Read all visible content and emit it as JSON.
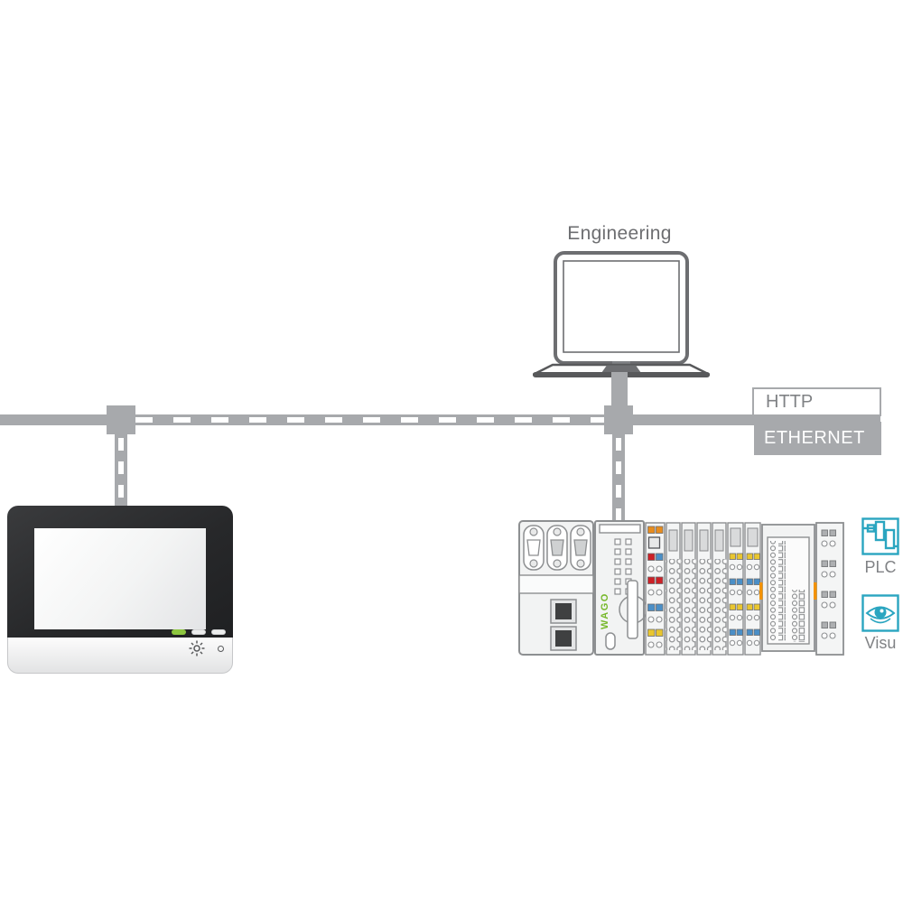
{
  "diagram": {
    "engineering_label": "Engineering",
    "bus": {
      "http_label": "HTTP",
      "ethernet_label": "ETHERNET"
    },
    "plc": {
      "brand": "WAGO"
    },
    "legend": [
      {
        "id": "plc",
        "label": "PLC"
      },
      {
        "id": "visu",
        "label": "Visu"
      }
    ],
    "colors": {
      "bus_gray": "#a7a9ac",
      "outline_gray": "#8d8f91",
      "dark_gray": "#58595b",
      "text_gray": "#6d6e71",
      "label_gray": "#808285",
      "module_fill": "#f2f3f3",
      "hmi_bezel": "#27282a",
      "accent_teal": "#2aa5c0",
      "wago_green": "#76b82a",
      "led_green": "#8dc63f",
      "led_red": "#cc2127",
      "led_blue": "#4a8fc7",
      "led_yellow": "#e9c62f",
      "led_orange": "#e78c1e",
      "clip_orange": "#f39200"
    }
  }
}
